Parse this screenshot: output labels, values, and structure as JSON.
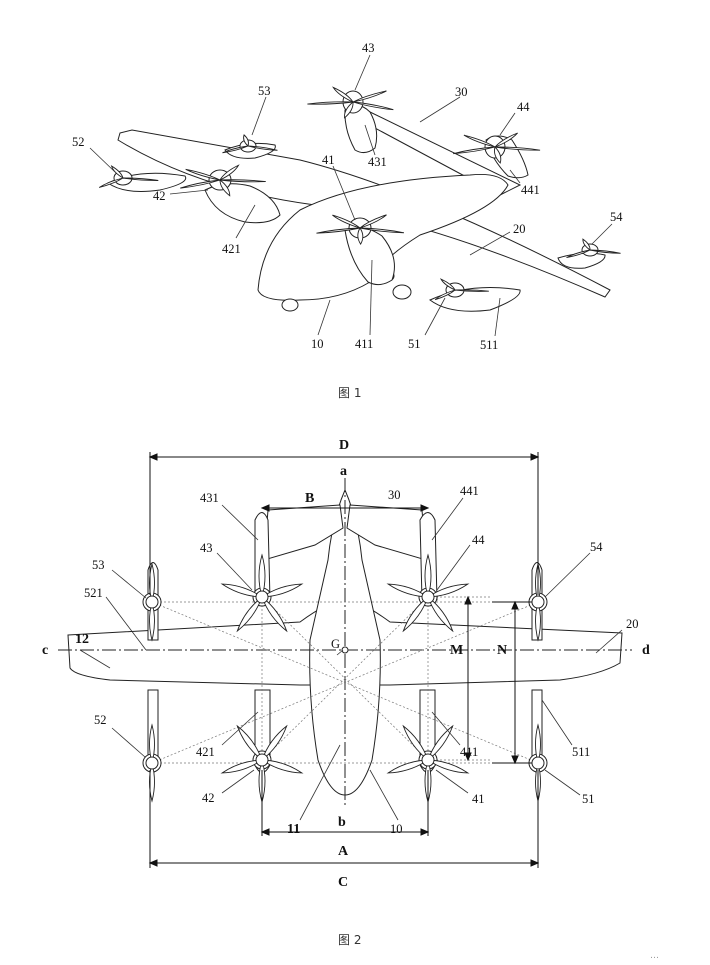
{
  "figures": [
    {
      "caption": "图 1",
      "labels": [
        "43",
        "53",
        "30",
        "44",
        "52",
        "431",
        "41",
        "441",
        "42",
        "20",
        "54",
        "421",
        "10",
        "411",
        "51",
        "511"
      ]
    },
    {
      "caption": "图 2",
      "labels": [
        "D",
        "a",
        "B",
        "30",
        "431",
        "441",
        "43",
        "44",
        "53",
        "54",
        "521",
        "20",
        "12",
        "c",
        "G",
        "M",
        "N",
        "d",
        "52",
        "421",
        "411",
        "511",
        "42",
        "41",
        "51",
        "11",
        "b",
        "10",
        "A",
        "C"
      ]
    }
  ],
  "watermark": "…"
}
